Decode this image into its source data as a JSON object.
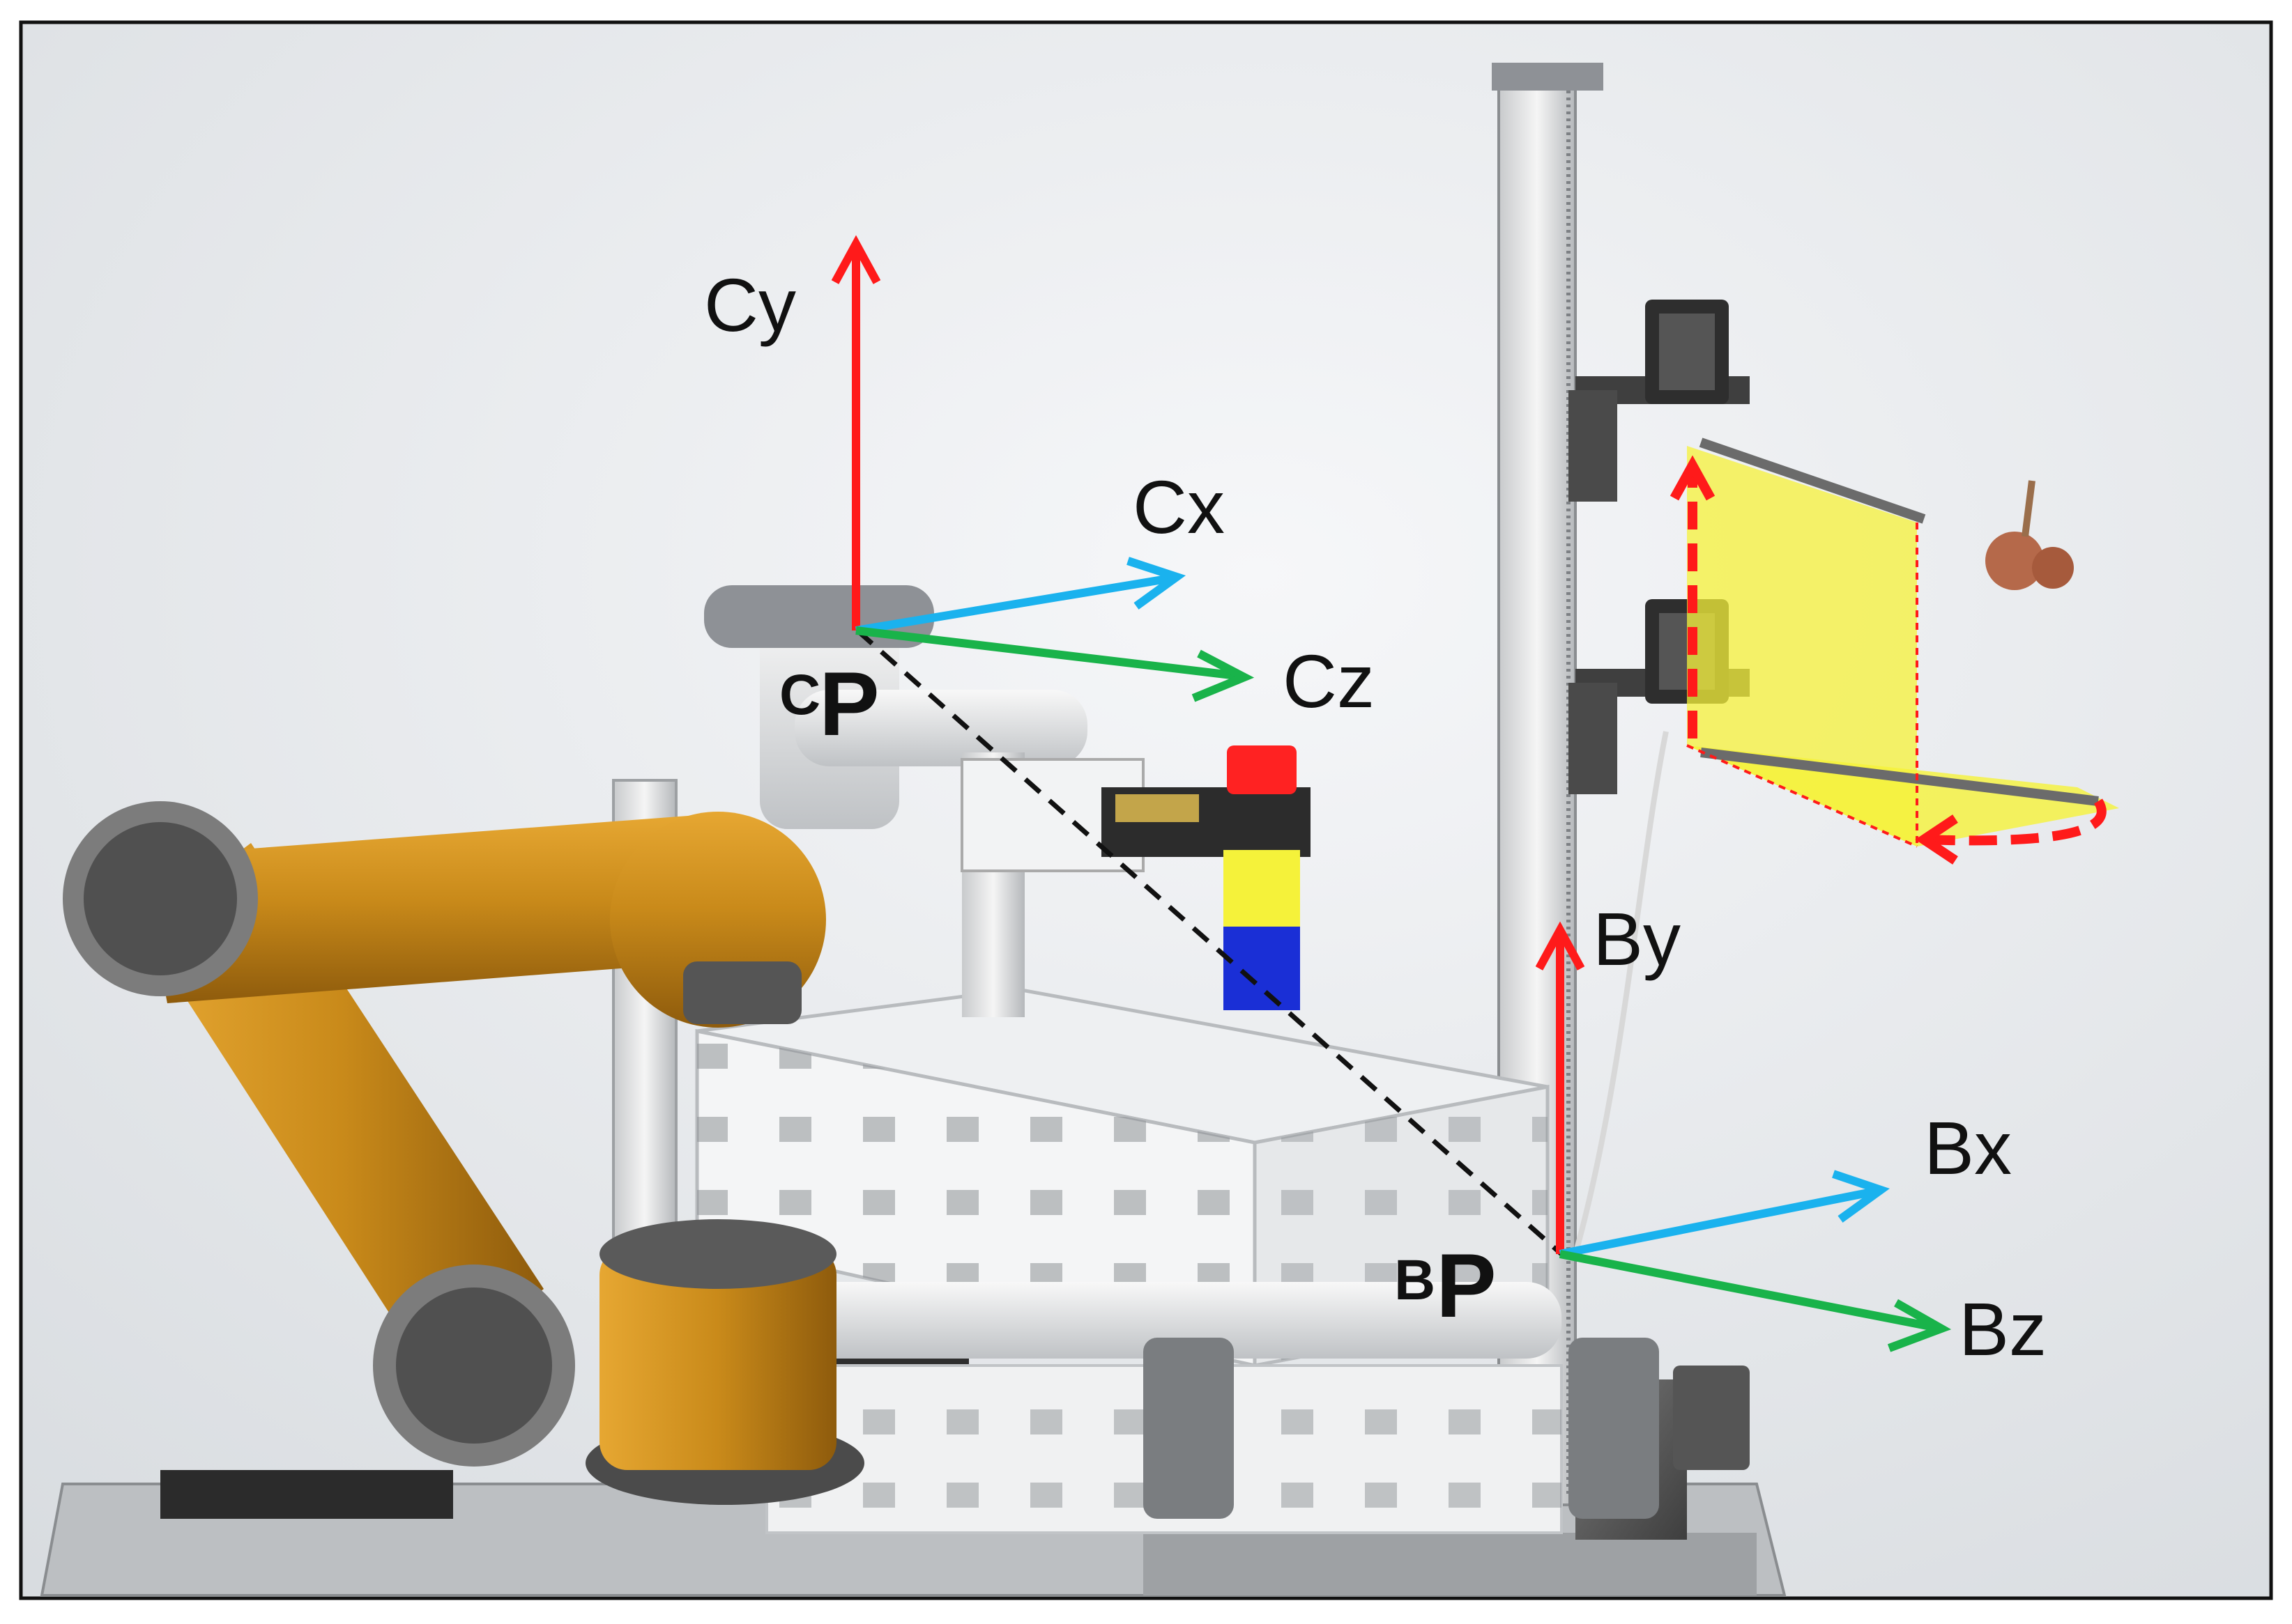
{
  "figure": {
    "camera_frame": {
      "origin_symbol": "P",
      "origin_superscript": "C",
      "axes": {
        "y": "Cy",
        "x": "Cx",
        "z": "Cz"
      }
    },
    "base_frame": {
      "origin_symbol": "P",
      "origin_superscript": "B",
      "axes": {
        "y": "By",
        "x": "Bx",
        "z": "Bz"
      }
    }
  },
  "colors": {
    "axis_y": "#ff1a1a",
    "axis_x": "#1ab2ee",
    "axis_z": "#19b34a",
    "robot_arm": "#c98a1a",
    "robot_joint": "#5f5f5f",
    "workspace_plane": "#f5f23a",
    "workspace_outline": "#ff1a1a",
    "background": "#e9ebee"
  },
  "icons": [
    "robot-arm-icon",
    "gripper-icon",
    "calibration-target-icon",
    "basket-icon",
    "vertical-rail-icon",
    "camera-mount-icon"
  ]
}
